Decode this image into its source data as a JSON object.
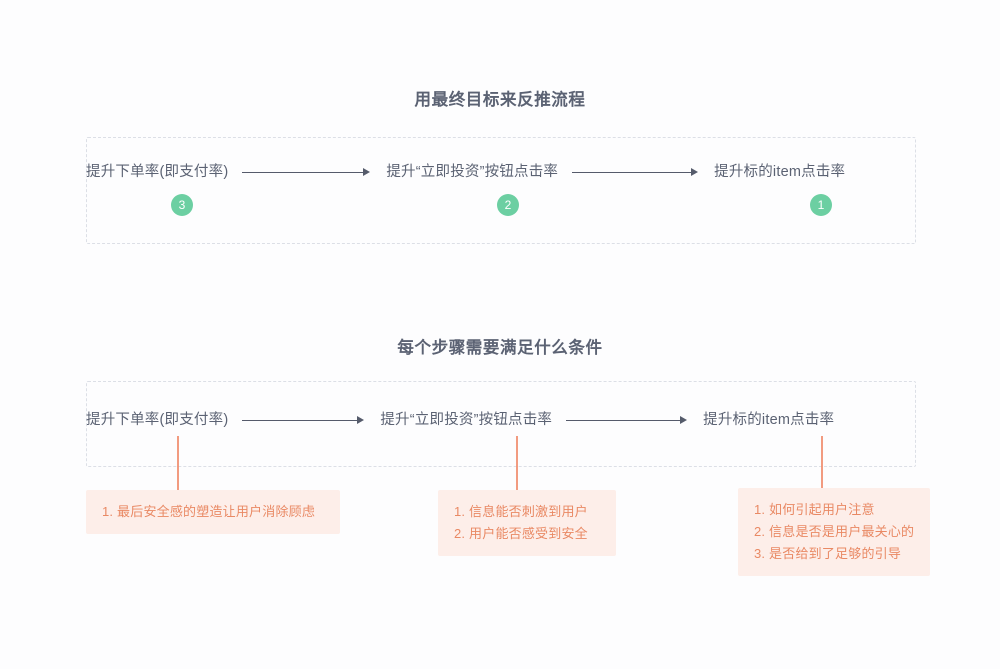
{
  "page": {
    "background_color": "#fdfdfe",
    "text_color": "#5b6273",
    "accent_green": "#6ccfa2",
    "accent_orange": "#e98964",
    "box_fill": "#fdeee9",
    "dashed_border": "#dcdfe6"
  },
  "sections": [
    {
      "id": "goal-backtrack",
      "title": "用最终目标来反推流程",
      "nodes": [
        {
          "label": "提升下单率(即支付率)",
          "badge": "3"
        },
        {
          "label": "提升“立即投资”按钮点击率",
          "badge": "2"
        },
        {
          "label": "提升标的item点击率",
          "badge": "1"
        }
      ]
    },
    {
      "id": "step-conditions",
      "title": "每个步骤需要满足什么条件",
      "nodes": [
        {
          "label": "提升下单率(即支付率)"
        },
        {
          "label": "提升“立即投资”按钮点击率"
        },
        {
          "label": "提升标的item点击率"
        }
      ],
      "condition_boxes": [
        {
          "items": [
            "1. 最后安全感的塑造让用户消除顾虑"
          ]
        },
        {
          "items": [
            "1. 信息能否刺激到用户",
            "2. 用户能否感受到安全"
          ]
        },
        {
          "items": [
            "1. 如何引起用户注意",
            "2. 信息是否是用户最关心的",
            "3. 是否给到了足够的引导"
          ]
        }
      ]
    }
  ]
}
